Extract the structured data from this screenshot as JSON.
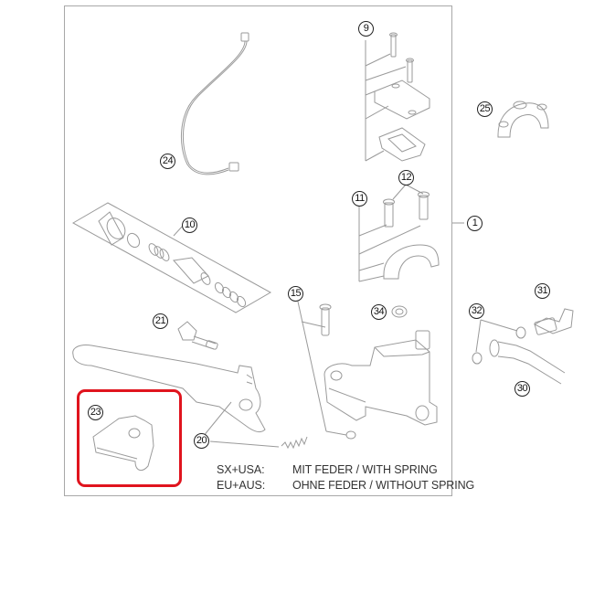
{
  "diagram": {
    "type": "exploded-parts-diagram",
    "subject": "Hydraulic clutch/brake master cylinder assembly",
    "frame_border_color": "#a8a8a8",
    "line_color": "#9a9a9a",
    "highlight_color": "#e0141e",
    "highlighted_part": "23"
  },
  "callouts": [
    {
      "id": "9",
      "label": "9"
    },
    {
      "id": "25",
      "label": "25"
    },
    {
      "id": "24",
      "label": "24"
    },
    {
      "id": "12",
      "label": "12"
    },
    {
      "id": "11",
      "label": "11"
    },
    {
      "id": "1",
      "label": "1"
    },
    {
      "id": "10",
      "label": "10"
    },
    {
      "id": "15",
      "label": "15"
    },
    {
      "id": "34",
      "label": "34"
    },
    {
      "id": "31",
      "label": "31"
    },
    {
      "id": "32",
      "label": "32"
    },
    {
      "id": "21",
      "label": "21"
    },
    {
      "id": "30",
      "label": "30"
    },
    {
      "id": "23",
      "label": "23"
    },
    {
      "id": "20",
      "label": "20"
    }
  ],
  "notes": [
    {
      "region": "SX+USA:",
      "text": "MIT FEDER / WITH SPRING"
    },
    {
      "region": "EU+AUS:",
      "text": "OHNE FEDER / WITHOUT SPRING"
    }
  ]
}
